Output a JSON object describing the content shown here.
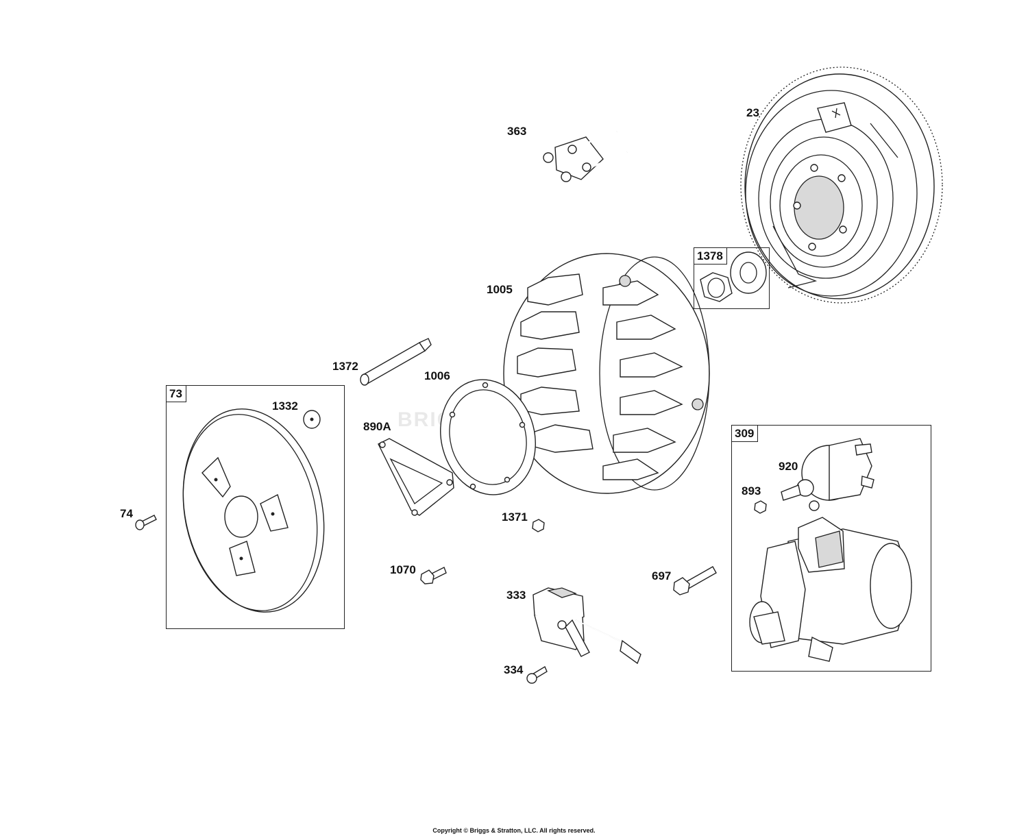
{
  "labels": {
    "p23": "23",
    "p363": "363",
    "p1005": "1005",
    "p1372": "1372",
    "p1006": "1006",
    "p890a": "890A",
    "p1332": "1332",
    "p74": "74",
    "p1371": "1371",
    "p1070": "1070",
    "p697": "697",
    "p333": "333",
    "p334": "334",
    "p920": "920",
    "p893": "893"
  },
  "groups": {
    "g1378": "1378",
    "g73": "73",
    "g309": "309"
  },
  "watermark": "BRIGGS&STRATTON",
  "copyright": "Copyright © Briggs & Stratton, LLC. All rights reserved.",
  "colors": {
    "line": "#222222",
    "watermark": "#e9e9e9"
  }
}
